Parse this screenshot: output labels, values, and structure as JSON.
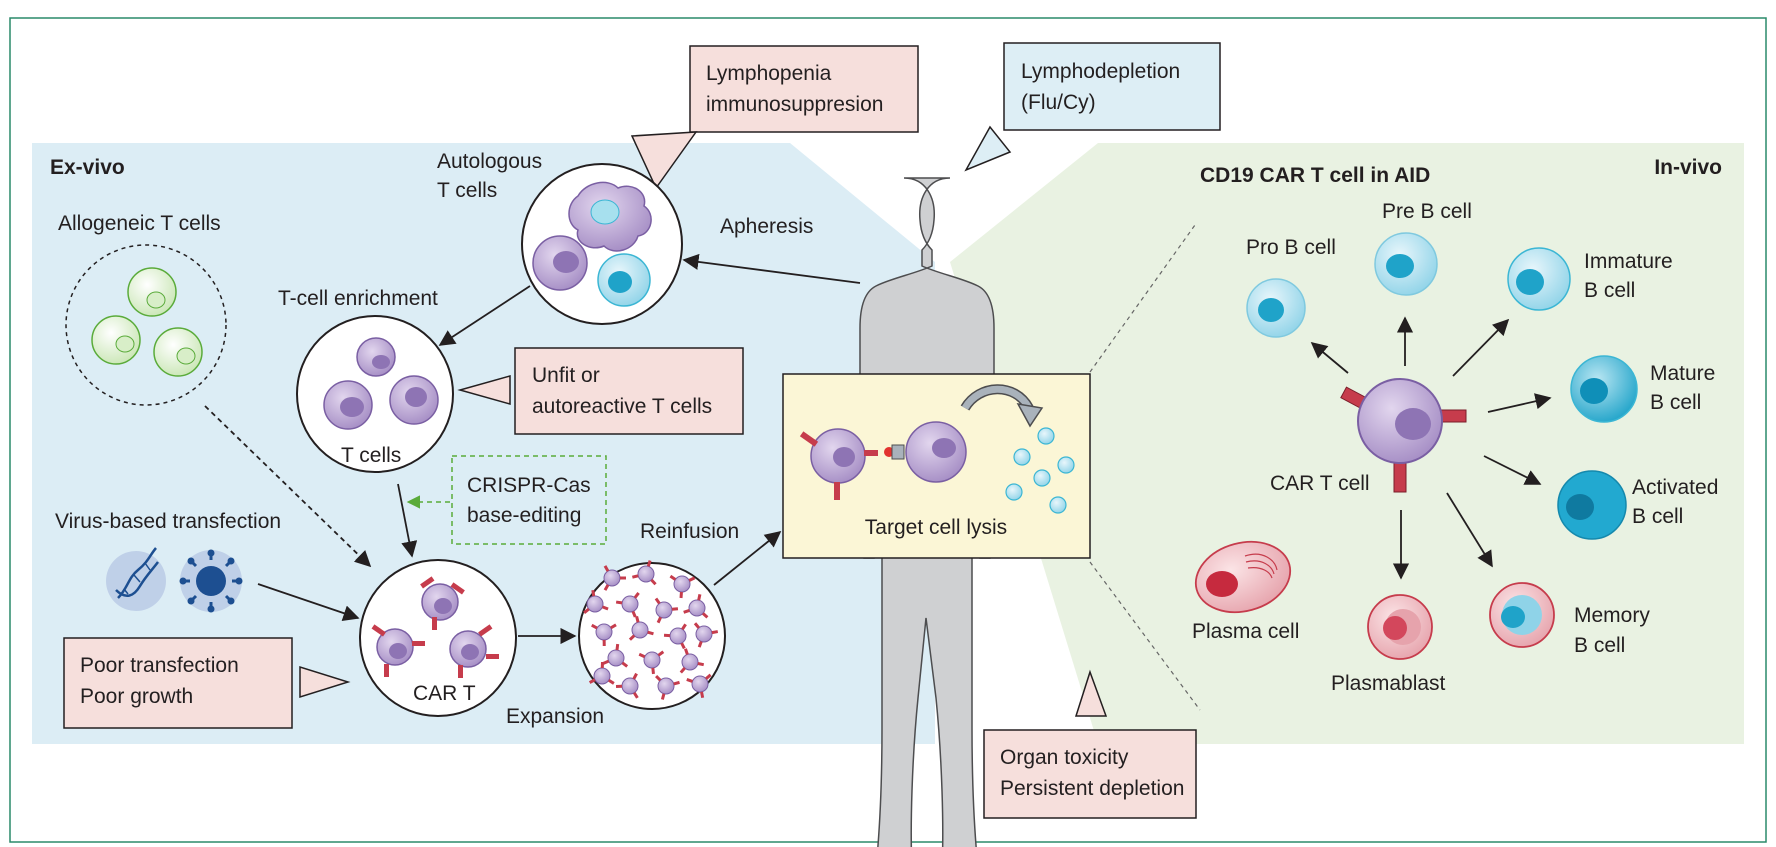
{
  "panels": {
    "ex_vivo": "Ex-vivo",
    "in_vivo": "In-vivo",
    "in_vivo_title": "CD19 CAR T cell in AID"
  },
  "callouts": {
    "lymphopenia": [
      "Lymphopenia",
      "immunosuppresion"
    ],
    "lymphodepletion": [
      "Lymphodepletion",
      "(Flu/Cy)"
    ],
    "unfit": [
      "Unfit or",
      "autoreactive T cells"
    ],
    "crispr": [
      "CRISPR-Cas",
      "base-editing"
    ],
    "poor": [
      "Poor transfection",
      "Poor growth"
    ],
    "organ": [
      "Organ toxicity",
      "Persistent depletion"
    ]
  },
  "ex_vivo_labels": {
    "autologous": [
      "Autologous",
      "T cells"
    ],
    "apheresis": "Apheresis",
    "allogeneic": "Allogeneic T cells",
    "enrichment": "T-cell enrichment",
    "t_cells": "T cells",
    "virus": "Virus-based transfection",
    "car_t": "CAR T",
    "reinfusion": "Reinfusion",
    "expansion": "Expansion",
    "lysis": "Target cell lysis"
  },
  "b_cells": {
    "pro_b": "Pro B cell",
    "pre_b": "Pre B cell",
    "immature": [
      "Immature",
      "B cell"
    ],
    "mature": [
      "Mature",
      "B cell"
    ],
    "activated": [
      "Activated",
      "B cell"
    ],
    "memory": [
      "Memory",
      "B cell"
    ],
    "plasmablast": "Plasmablast",
    "plasma": "Plasma cell",
    "car_t_cell": "CAR T cell"
  },
  "colors": {
    "ex_vivo_bg": "#dcedf5",
    "in_vivo_bg": "#e9f2e2",
    "warning_box": "#f6dfdc",
    "info_box": "#ddeef5",
    "lysis_box": "#fbf6d6",
    "purple_cell": "#b69fd0",
    "cyan_cell": "#3bb6d4",
    "red_cell": "#c63c4c",
    "frame": "#2a8a6a"
  }
}
